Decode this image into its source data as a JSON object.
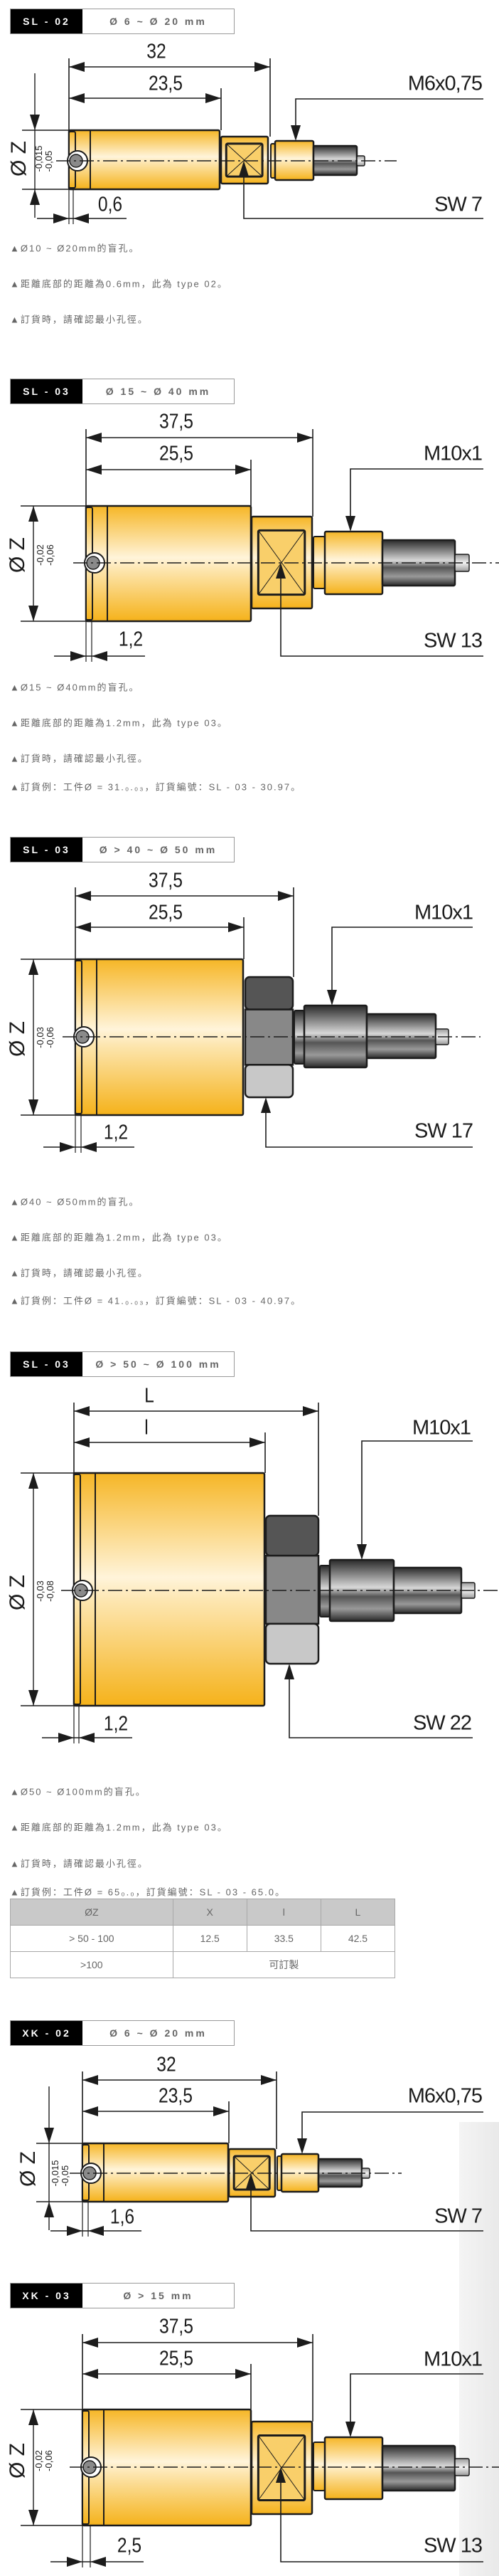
{
  "sections": [
    {
      "code": "SL - 02",
      "range": "Ø 6 ~ Ø 20 mm",
      "dims": {
        "total": "32",
        "body": "23,5",
        "gap": "0,6",
        "z": "Ø Z",
        "tol_upper": "-0,015",
        "tol_lower": "-0,05",
        "thread": "M6x0,75",
        "sw": "SW 7"
      },
      "notes": [
        "▲Ø10 ~ Ø20mm的盲孔。",
        "▲距離底部的距離為0.6mm，此為 type 02。",
        "▲訂貨時，請確認最小孔徑。"
      ]
    },
    {
      "code": "SL - 03",
      "range": "Ø 15 ~ Ø 40 mm",
      "dims": {
        "total": "37,5",
        "body": "25,5",
        "gap": "1,2",
        "z": "Ø Z",
        "tol_upper": "-0,02",
        "tol_lower": "-0,06",
        "thread": "M10x1",
        "sw": "SW 13"
      },
      "notes": [
        "▲Ø15 ~ Ø40mm的盲孔。",
        "▲距離底部的距離為1.2mm，此為 type 03。",
        "▲訂貨時，請確認最小孔徑。",
        "▲訂貨例：工件Ø = 31.₀.₀₃，訂貨編號：SL - 03 - 30.97。"
      ]
    },
    {
      "code": "SL - 03",
      "range": "Ø > 40 ~ Ø 50 mm",
      "dims": {
        "total": "37,5",
        "body": "25,5",
        "gap": "1,2",
        "z": "Ø Z",
        "tol_upper": "-0,03",
        "tol_lower": "-0,06",
        "thread": "M10x1",
        "sw": "SW 17"
      },
      "notes": [
        "▲Ø40 ~ Ø50mm的盲孔。",
        "▲距離底部的距離為1.2mm，此為 type 03。",
        "▲訂貨時，請確認最小孔徑。",
        "▲訂貨例：工件Ø = 41.₀.₀₃，訂貨編號：SL - 03 - 40.97。"
      ]
    },
    {
      "code": "SL - 03",
      "range": "Ø > 50 ~ Ø 100 mm",
      "dims": {
        "total": "L",
        "body": "l",
        "gap": "1,2",
        "z": "Ø Z",
        "tol_upper": "-0,03",
        "tol_lower": "-0,08",
        "thread": "M10x1",
        "sw": "SW 22"
      },
      "notes": [
        "▲Ø50 ~ Ø100mm的盲孔。",
        "▲距離底部的距離為1.2mm，此為 type 03。",
        "▲訂貨時，請確認最小孔徑。",
        "▲訂貨例：工件Ø = 65₀.₀，訂貨編號：SL - 03 - 65.0。"
      ],
      "table": {
        "headers": [
          "ØZ",
          "X",
          "l",
          "L"
        ],
        "rows": [
          [
            "> 50 - 100",
            "12.5",
            "33.5",
            "42.5"
          ]
        ],
        "custom_row": {
          "range": ">100",
          "note": "可訂製"
        }
      }
    },
    {
      "code": "XK - 02",
      "range": "Ø 6 ~ Ø 20 mm",
      "dims": {
        "total": "32",
        "body": "23,5",
        "gap": "1,6",
        "z": "Ø Z",
        "tol_upper": "-0,015",
        "tol_lower": "-0,05",
        "thread": "M6x0,75",
        "sw": "SW 7"
      }
    },
    {
      "code": "XK - 03",
      "range": "Ø > 15 mm",
      "dims": {
        "total": "37,5",
        "body": "25,5",
        "gap": "2,5",
        "z": "Ø Z",
        "tol_upper": "-0,02",
        "tol_lower": "-0,06",
        "thread": "M10x1",
        "sw": "SW 13"
      }
    }
  ],
  "colors": {
    "gold": "#f6b626",
    "ink": "#1c1c1c",
    "header_bg": "#000000",
    "table_header": "#c9c9c9"
  }
}
